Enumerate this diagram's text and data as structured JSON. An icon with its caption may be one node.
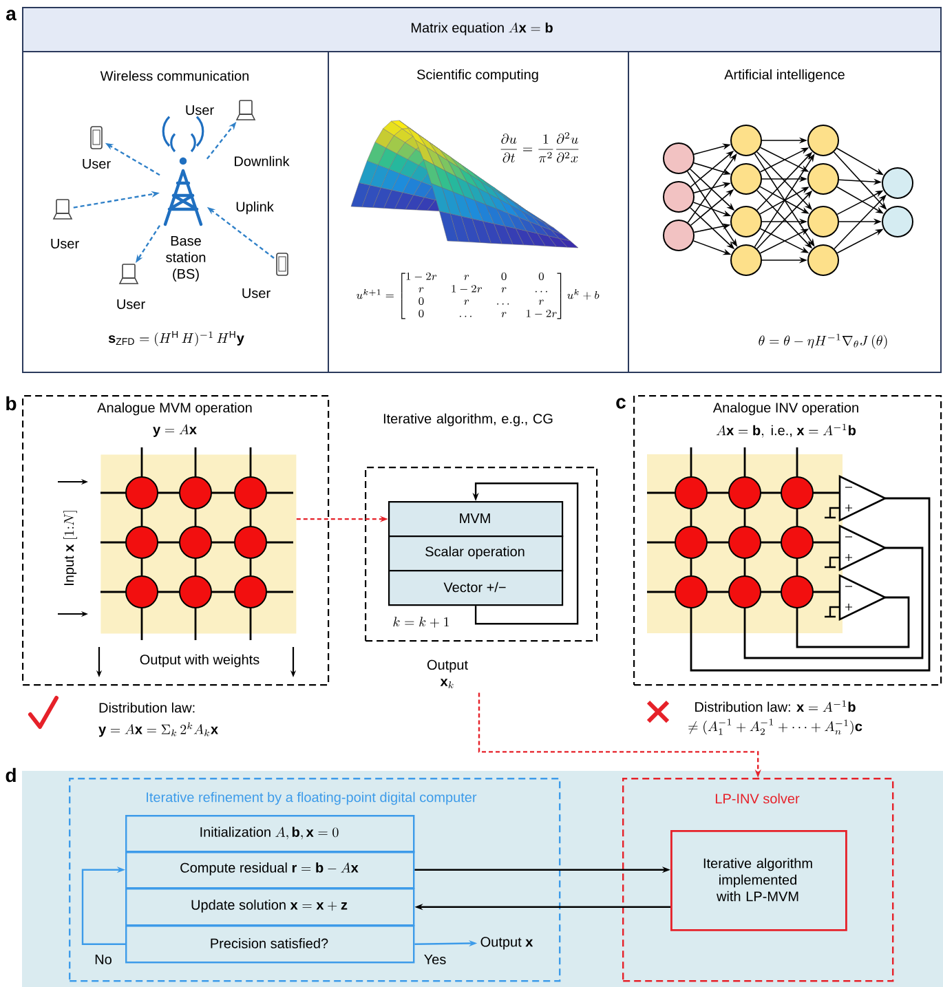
{
  "diagram": {
    "nodes": [
      {
        "text": [
          "\\text{Matrix equation } A\\mathbf{x} = \\mathbf{b}"
        ]
      },
      {
        "text": [
          "Wireless communication",
          "\\mathbf{s}_{\\mathrm{ZFD}} = (H^{\\mathrm{H}}\\,H)^{-1}\\,H^{\\mathrm{H}}\\mathbf{y}"
        ]
      },
      {
        "text": [
          "Scientific computing",
          "\\frac{\\partial u}{\\partial t} = \\frac{1}{\\pi^2}\\frac{\\partial^2 u}{\\partial^2 x}",
          "u^{k+1} = \\begin{bmatrix} 1-2r & r & 0 & 0 \\\\ r & 1-2r & r & \\dots \\\\ 0 & r & \\dots & r \\\\ 0 & \\dots & r & 1-2r \\end{bmatrix} u^k + b"
        ]
      },
      {
        "text": [
          "Artificial intelligence",
          "\\theta = \\theta - \\eta H^{-1}\\nabla_{\\theta} J\\,(\\theta)"
        ]
      },
      {
        "text": [
          "Base station (BS)"
        ],
        "in": 1
      },
      {
        "text": [
          "User"
        ],
        "in": 1
      },
      {
        "text": [
          "User"
        ],
        "in": 1
      },
      {
        "text": [
          "User"
        ],
        "in": 1
      },
      {
        "text": [
          "User"
        ],
        "in": 1
      },
      {
        "text": [
          "User"
        ],
        "in": 1
      },
      {
        "text": [],
        "shape": "circle",
        "in": 3
      },
      {
        "text": [],
        "shape": "circle",
        "in": 3
      },
      {
        "text": [],
        "shape": "circle",
        "in": 3
      },
      {
        "text": [],
        "shape": "circle",
        "in": 3
      },
      {
        "text": [],
        "shape": "circle",
        "in": 3
      },
      {
        "text": [],
        "shape": "circle",
        "in": 3
      },
      {
        "text": [],
        "shape": "circle",
        "in": 3
      },
      {
        "text": [],
        "shape": "circle",
        "in": 3
      },
      {
        "text": [],
        "shape": "circle",
        "in": 3
      },
      {
        "text": [],
        "shape": "circle",
        "in": 3
      },
      {
        "text": [],
        "shape": "circle",
        "in": 3
      },
      {
        "text": [],
        "shape": "circle",
        "in": 3
      },
      {
        "text": [],
        "shape": "circle",
        "in": 3
      },
      {
        "text": [
          "Analogue MVM operation",
          "\\mathbf{y} = A\\mathbf{x}"
        ]
      },
      {
        "text": [],
        "shape": "picture",
        "in": 23
      },
      {
        "text": [
          "Iterative algorithm, e.g., CG",
          "k = k + 1"
        ]
      },
      {
        "text": [
          "MVM"
        ],
        "in": 25
      },
      {
        "text": [
          "Scalar operation"
        ],
        "in": 25
      },
      {
        "text": [
          "Vector +/−"
        ],
        "in": 25
      },
      {
        "text": [
          "\\begin{array}{c}\\text{Output}\\\\ \\mathbf{x}_k\\end{array}"
        ]
      },
      {
        "text": [
          "Analogue INV operation",
          "A\\mathbf{x} = \\mathbf{b}, \\text{ i.e., } \\mathbf{x} = A^{-1}\\mathbf{b}"
        ]
      },
      {
        "text": [
          "Iterative refinement by a floating-point digital computer"
        ]
      },
      {
        "text": [
          "\\text{Initialization } A, \\mathbf{b}, \\mathbf{x} = 0"
        ],
        "in": 31
      },
      {
        "text": [
          "\\text{Compute residual } \\mathbf{r} = \\mathbf{b} - A\\mathbf{x}"
        ],
        "in": 31
      },
      {
        "text": [
          "\\text{Update solution } \\mathbf{x} = \\mathbf{x} + \\mathbf{z}"
        ],
        "in": 31
      },
      {
        "text": [
          "Precision satisfied?"
        ],
        "in": 31
      },
      {
        "text": [
          "\\text{Output } \\mathbf{x}"
        ],
        "in": 31
      },
      {
        "text": [
          "LP-INV solver"
        ]
      },
      {
        "text": [
          "Iterative algorithm implemented with LP-MVM"
        ],
        "in": 37
      }
    ],
    "edges": [
      {
        "from": 4,
        "to": 5,
        "arrow": "to",
        "style": "dashed",
        "color": "#2f80c8"
      },
      {
        "from": 4,
        "to": 6,
        "arrow": "to",
        "style": "dashed",
        "color": "#2f80c8"
      },
      {
        "from": 7,
        "to": 4,
        "arrow": "to",
        "style": "dashed",
        "color": "#2f80c8"
      },
      {
        "from": 8,
        "to": 4,
        "arrow": "to",
        "style": "dashed",
        "color": "#2f80c8"
      },
      {
        "from": 4,
        "to": 9,
        "arrow": "to",
        "style": "dashed",
        "color": "#2f80c8"
      },
      {
        "from": 10,
        "to": 13,
        "arrow": "to"
      },
      {
        "from": 10,
        "to": 14,
        "arrow": "to"
      },
      {
        "from": 10,
        "to": 15,
        "arrow": "to"
      },
      {
        "from": 10,
        "to": 16,
        "arrow": "to"
      },
      {
        "from": 11,
        "to": 13,
        "arrow": "to"
      },
      {
        "from": 11,
        "to": 14,
        "arrow": "to"
      },
      {
        "from": 11,
        "to": 15,
        "arrow": "to"
      },
      {
        "from": 11,
        "to": 16,
        "arrow": "to"
      },
      {
        "from": 12,
        "to": 13,
        "arrow": "to"
      },
      {
        "from": 12,
        "to": 14,
        "arrow": "to"
      },
      {
        "from": 12,
        "to": 15,
        "arrow": "to"
      },
      {
        "from": 12,
        "to": 16,
        "arrow": "to"
      },
      {
        "from": 13,
        "to": 17,
        "arrow": "to"
      },
      {
        "from": 13,
        "to": 18,
        "arrow": "to"
      },
      {
        "from": 13,
        "to": 19,
        "arrow": "to"
      },
      {
        "from": 13,
        "to": 20,
        "arrow": "to"
      },
      {
        "from": 14,
        "to": 17,
        "arrow": "to"
      },
      {
        "from": 14,
        "to": 18,
        "arrow": "to"
      },
      {
        "from": 14,
        "to": 19,
        "arrow": "to"
      },
      {
        "from": 14,
        "to": 20,
        "arrow": "to"
      },
      {
        "from": 15,
        "to": 17,
        "arrow": "to"
      },
      {
        "from": 15,
        "to": 18,
        "arrow": "to"
      },
      {
        "from": 15,
        "to": 19,
        "arrow": "to"
      },
      {
        "from": 15,
        "to": 20,
        "arrow": "to"
      },
      {
        "from": 16,
        "to": 17,
        "arrow": "to"
      },
      {
        "from": 16,
        "to": 18,
        "arrow": "to"
      },
      {
        "from": 16,
        "to": 19,
        "arrow": "to"
      },
      {
        "from": 16,
        "to": 20,
        "arrow": "to"
      },
      {
        "from": 17,
        "to": 21,
        "arrow": "to"
      },
      {
        "from": 17,
        "to": 22,
        "arrow": "to"
      },
      {
        "from": 18,
        "to": 21,
        "arrow": "to"
      },
      {
        "from": 18,
        "to": 22,
        "arrow": "to"
      },
      {
        "from": 19,
        "to": 21,
        "arrow": "to"
      },
      {
        "from": 19,
        "to": 22,
        "arrow": "to"
      },
      {
        "from": 20,
        "to": 21,
        "arrow": "to"
      },
      {
        "from": 20,
        "to": 22,
        "arrow": "to"
      },
      {
        "from": 24,
        "to": 26,
        "arrow": "to",
        "style": "dashed",
        "color": "#e62129"
      },
      {
        "from": 28,
        "to": 26,
        "arrow": "to"
      },
      {
        "from": 29,
        "to": 37,
        "arrow": "to",
        "style": "dashed",
        "color": "#e62129"
      },
      {
        "from": 33,
        "to": 38,
        "arrow": "to"
      },
      {
        "from": 38,
        "to": 34,
        "arrow": "to"
      },
      {
        "from": 35,
        "to": 33,
        "arrow": "to",
        "label": "No",
        "color": "#3d9be9"
      },
      {
        "from": 35,
        "to": 36,
        "arrow": "to",
        "label": "Yes",
        "color": "#3d9be9"
      }
    ],
    "labels": [
      "a",
      "Downlink",
      "Uplink",
      "b",
      "\\text{Input } \\mathbf{x}\\ [1{:}N]",
      "Output with weights",
      "c",
      "Distribution law:",
      "\\mathbf{y} = A\\mathbf{x} = \\Sigma_k\\, 2^k A_k \\mathbf{x}",
      "\\text{Distribution law: } \\mathbf{x} = A^{-1}\\mathbf{b}",
      "\\neq (A_1^{-1} + A_2^{-1} + \\dots + A_n^{-1})\\mathbf{c}",
      "d"
    ]
  }
}
